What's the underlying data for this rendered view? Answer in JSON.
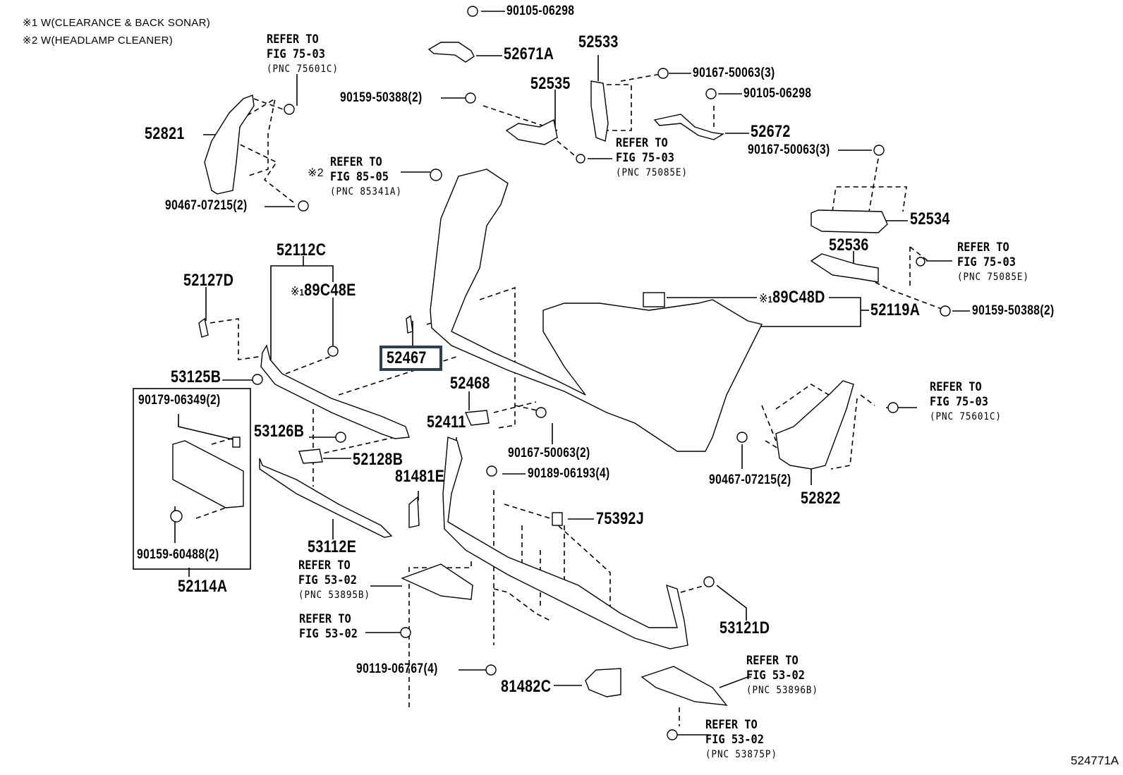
{
  "notes": [
    {
      "mark": "※1",
      "text": "W(CLEARANCE & BACK SONAR)"
    },
    {
      "mark": "※2",
      "text": "W(HEADLAMP CLEANER)"
    }
  ],
  "illustration_code": "524771A",
  "highlighted_part": "52467",
  "parts": {
    "p90105_top": "90105-06298",
    "p52671A": "52671A",
    "p52533": "52533",
    "p90167_3a": "90167-50063(3)",
    "p90105_right": "90105-06298",
    "p52535": "52535",
    "p90159_top": "90159-50388(2)",
    "p52672": "52672",
    "p90167_3b": "90167-50063(3)",
    "p52821": "52821",
    "p90467_left": "90467-07215(2)",
    "p52534": "52534",
    "p52536": "52536",
    "p52112C": "52112C",
    "p52127D": "52127D",
    "p89C48E": "89C48E",
    "p89C48D": "89C48D",
    "p52119A": "52119A",
    "p90159_right": "90159-50388(2)",
    "p53125B": "53125B",
    "p52467": "52467",
    "p52468": "52468",
    "p90179": "90179-06349(2)",
    "p52411": "52411",
    "p90167_2": "90167-50063(2)",
    "p53126B": "53126B",
    "p52128B": "52128B",
    "p90189": "90189-06193(4)",
    "p81481E": "81481E",
    "p75392J": "75392J",
    "p90467_right": "90467-07215(2)",
    "p52822": "52822",
    "p90159_60488": "90159-60488(2)",
    "p53112E": "53112E",
    "p52114A": "52114A",
    "p53121D": "53121D",
    "p90119": "90119-06767(4)",
    "p81482C": "81482C"
  },
  "references": {
    "r1": {
      "refer": "REFER TO",
      "fig": "FIG 75-03",
      "pnc": "(PNC 75601C)"
    },
    "r2": {
      "mark": "※2",
      "refer": "REFER TO",
      "fig": "FIG 85-05",
      "pnc": "(PNC 85341A)"
    },
    "r3": {
      "refer": "REFER TO",
      "fig": "FIG 75-03",
      "pnc": "(PNC 75085E)"
    },
    "r4": {
      "refer": "REFER TO",
      "fig": "FIG 75-03",
      "pnc": "(PNC 75085E)"
    },
    "r5": {
      "refer": "REFER TO",
      "fig": "FIG 75-03",
      "pnc": "(PNC 75601C)"
    },
    "r6": {
      "refer": "REFER TO",
      "fig": "FIG 53-02",
      "pnc": "(PNC 53895B)"
    },
    "r7": {
      "refer": "REFER TO",
      "fig": "FIG 53-02"
    },
    "r8": {
      "refer": "REFER TO",
      "fig": "FIG 53-02",
      "pnc": "(PNC 53896B)"
    },
    "r9": {
      "refer": "REFER TO",
      "fig": "FIG 53-02",
      "pnc": "(PNC 53875P)"
    }
  },
  "marks": {
    "m1": "※",
    "m1sub": "1",
    "m2": "※",
    "m2sub": "1"
  }
}
